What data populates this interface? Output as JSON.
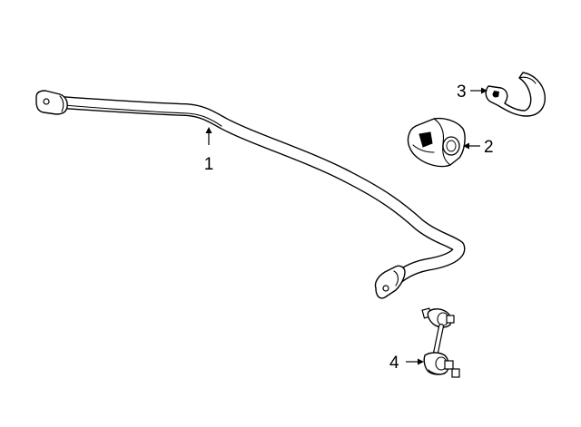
{
  "callouts": {
    "part1": "1",
    "part2": "2",
    "part3": "3",
    "part4": "4"
  },
  "colors": {
    "background": "#ffffff",
    "line": "#000000"
  }
}
